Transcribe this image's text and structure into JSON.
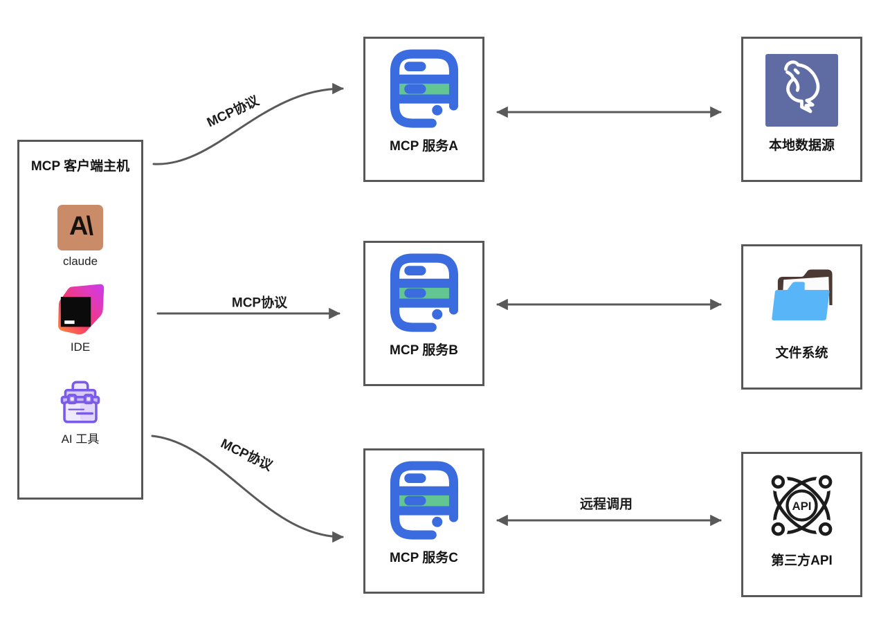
{
  "client": {
    "title": "MCP 客户端主机",
    "items": [
      {
        "label": "claude",
        "icon": "claude-logo-icon",
        "mark": "A\\"
      },
      {
        "label": "IDE",
        "icon": "ide-logo-icon"
      },
      {
        "label": "AI 工具",
        "icon": "ai-toolbox-icon"
      }
    ]
  },
  "servers": [
    {
      "label": "MCP 服务A",
      "icon": "server-icon"
    },
    {
      "label": "MCP 服务B",
      "icon": "server-icon"
    },
    {
      "label": "MCP 服务C",
      "icon": "server-icon"
    }
  ],
  "resources": [
    {
      "label": "本地数据源",
      "icon": "mysql-dolphin-icon"
    },
    {
      "label": "文件系统",
      "icon": "open-folder-icon"
    },
    {
      "label": "第三方API",
      "icon": "api-network-icon",
      "icon_text": "API"
    }
  ],
  "arrows": {
    "mcp_labels": [
      "MCP协议",
      "MCP协议",
      "MCP协议"
    ],
    "remote_label": "远程调用"
  },
  "colors": {
    "arrow_gray": "#595959",
    "box_border": "#585858",
    "server_blue": "#3A6CE0",
    "server_green": "#63C592",
    "mysql_slate": "#5E6CA3",
    "folder_blue": "#58B6F8",
    "folder_brown": "#4C3934",
    "toolbox_purple": "#7A5BE8",
    "claude_tan": "#C98B68"
  }
}
